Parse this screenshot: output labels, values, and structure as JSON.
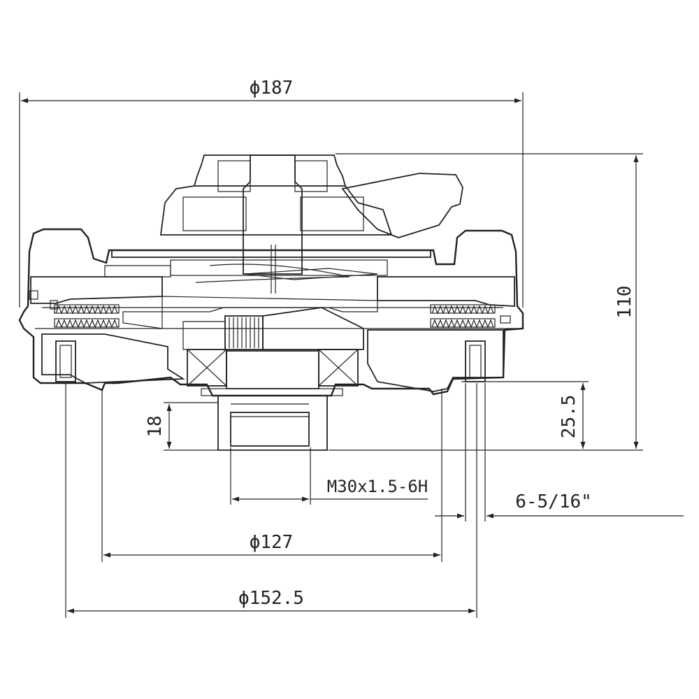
{
  "drawing": {
    "dimensions": {
      "overall_diameter": "ϕ187",
      "overall_height": "110",
      "shaft_projection": "25.5",
      "hub_height": "18",
      "thread_spec": "M30x1.5-6H",
      "bolt_circle": "6-5/16\"",
      "flange_diameter": "ϕ127",
      "base_diameter": "ϕ152.5"
    },
    "colors": {
      "line": "#222222",
      "background": "#ffffff"
    }
  }
}
